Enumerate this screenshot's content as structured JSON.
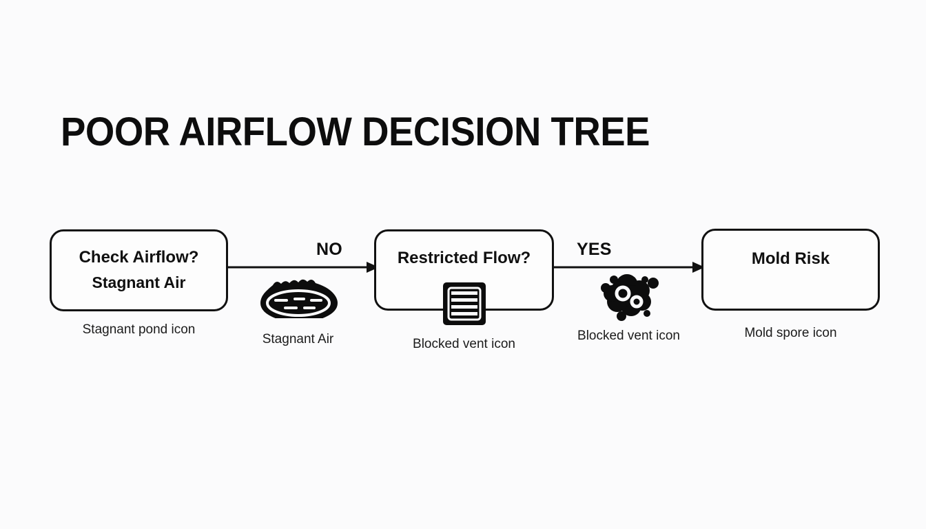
{
  "page": {
    "title": "POOR AIRFLOW DECISION TREE",
    "background_color": "#fbfbfc",
    "stroke_color": "#111111",
    "text_color": "#111111"
  },
  "diagram": {
    "type": "decision-tree-flowchart",
    "orientation": "left-to-right",
    "nodes": [
      {
        "id": "node-1",
        "shape": "rounded-rectangle",
        "line1": "Check Airflow?",
        "line2": "Stagnant Air",
        "caption": "Stagnant pond icon"
      },
      {
        "id": "node-2",
        "shape": "rounded-rectangle",
        "line1": "Restricted Flow?",
        "line2": "",
        "caption": "Blocked vent icon",
        "icon": "blocked-vent-icon"
      },
      {
        "id": "node-3",
        "shape": "rounded-rectangle",
        "line1": "Mold Risk",
        "line2": "",
        "caption": "Mold spore icon"
      }
    ],
    "edges": [
      {
        "id": "edge-1",
        "from": "node-1",
        "to": "node-2",
        "label": "NO",
        "icon": "stagnant-pond-icon",
        "icon_caption": "Stagnant Air"
      },
      {
        "id": "edge-2",
        "from": "node-2",
        "to": "node-3",
        "label": "YES",
        "icon": "mold-spore-icon",
        "icon_caption": "Blocked vent icon"
      }
    ],
    "captions": [
      "Stagnant pond icon",
      "Stagnant Air",
      "Blocked vent icon",
      "Blocked vent icon",
      "Mold spore icon"
    ]
  }
}
